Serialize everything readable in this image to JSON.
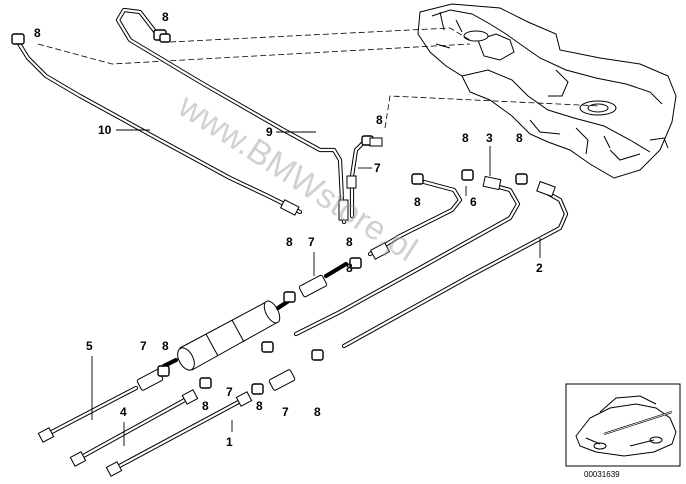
{
  "diagram": {
    "callouts": [
      "1",
      "2",
      "3",
      "4",
      "5",
      "6",
      "7",
      "8",
      "9",
      "10"
    ],
    "watermark": "www.BMWstore.pl",
    "reference_number": "00031639"
  }
}
